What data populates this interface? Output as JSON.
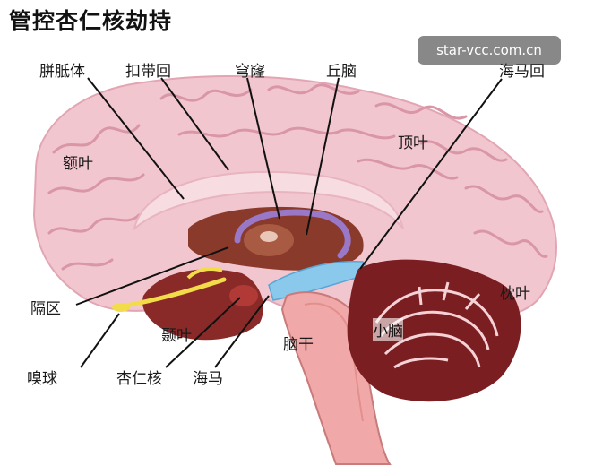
{
  "title": "管控杏仁核劫持",
  "watermark": "star-vcc.com.cn",
  "labels": {
    "corpus_callosum": "胼胝体",
    "cingulate_gyrus": "扣带回",
    "fornix": "穹窿",
    "thalamus": "丘脑",
    "hippocampal_gyrus": "海马回",
    "frontal_lobe": "额叶",
    "parietal_lobe": "顶叶",
    "occipital_lobe": "枕叶",
    "septum": "隔区",
    "temporal_lobe": "颞叶",
    "brainstem": "脑干",
    "cerebellum": "小脑",
    "olfactory_bulb": "嗅球",
    "amygdala": "杏仁核",
    "hippocampus": "海马"
  },
  "colors": {
    "cortex": "#f2c6cf",
    "gyri_lines": "#d996a6",
    "fornix": "#9a78c8",
    "hippocampus": "#8ac8ec",
    "cerebellum": "#7a1e22",
    "olfactory": "#f3dc4a",
    "thalamus": "#8a3a2a"
  }
}
